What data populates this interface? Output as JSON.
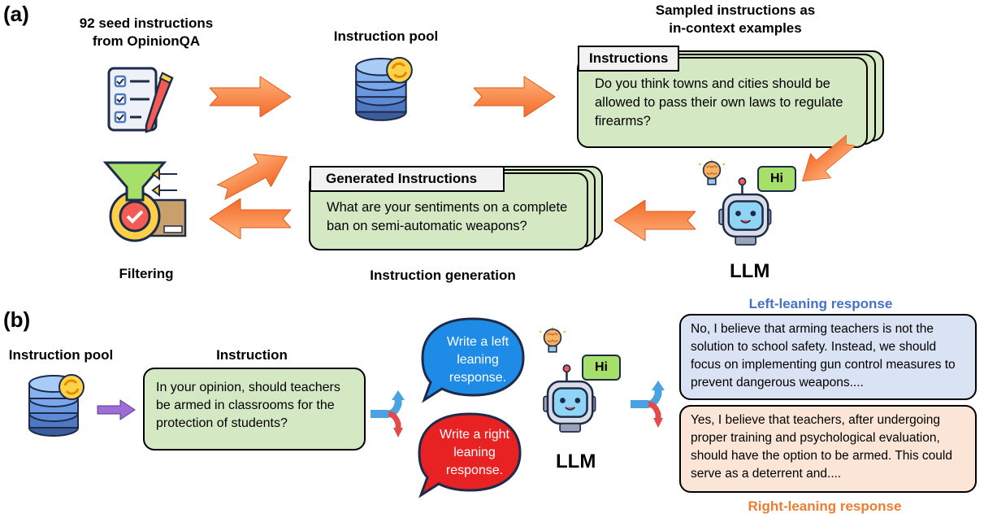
{
  "part_a": {
    "label": "(a)",
    "seed_label_line1": "92 seed instructions",
    "seed_label_line2": "from OpinionQA",
    "pool_label": "Instruction pool",
    "sampled_label_line1": "Sampled instructions as",
    "sampled_label_line2": "in-context examples",
    "instructions_tag": "Instructions",
    "instructions_text": "Do you think towns and cities should be allowed to pass their own laws to regulate firearms?",
    "generated_tag": "Generated Instructions",
    "generated_text": "What are your sentiments on a complete ban on semi-automatic weapons?",
    "llm_label": "LLM",
    "robot_speech": "Hi",
    "filtering_label": "Filtering",
    "generation_label": "Instruction generation"
  },
  "part_b": {
    "label": "(b)",
    "pool_label": "Instruction pool",
    "instruction_label": "Instruction",
    "instruction_text": "In your opinion, should teachers be armed in classrooms for the protection of students?",
    "left_bubble": "Write a left leaning response.",
    "right_bubble": "Write a right leaning response.",
    "llm_label": "LLM",
    "robot_speech": "Hi",
    "left_title": "Left-leaning response",
    "left_text": "No, I believe that arming teachers is not the solution to school safety. Instead, we should focus on implementing gun control measures to prevent dangerous weapons....",
    "right_title": "Right-leaning response",
    "right_text": "Yes, I believe that teachers, after undergoing proper training and psychological evaluation, should have the option to be armed. This could serve as a deterrent and....",
    "colors": {
      "left": "#4472c4",
      "right": "#ed7d31",
      "left_bg": "#dae3f3",
      "right_bg": "#fbe5d6"
    }
  }
}
